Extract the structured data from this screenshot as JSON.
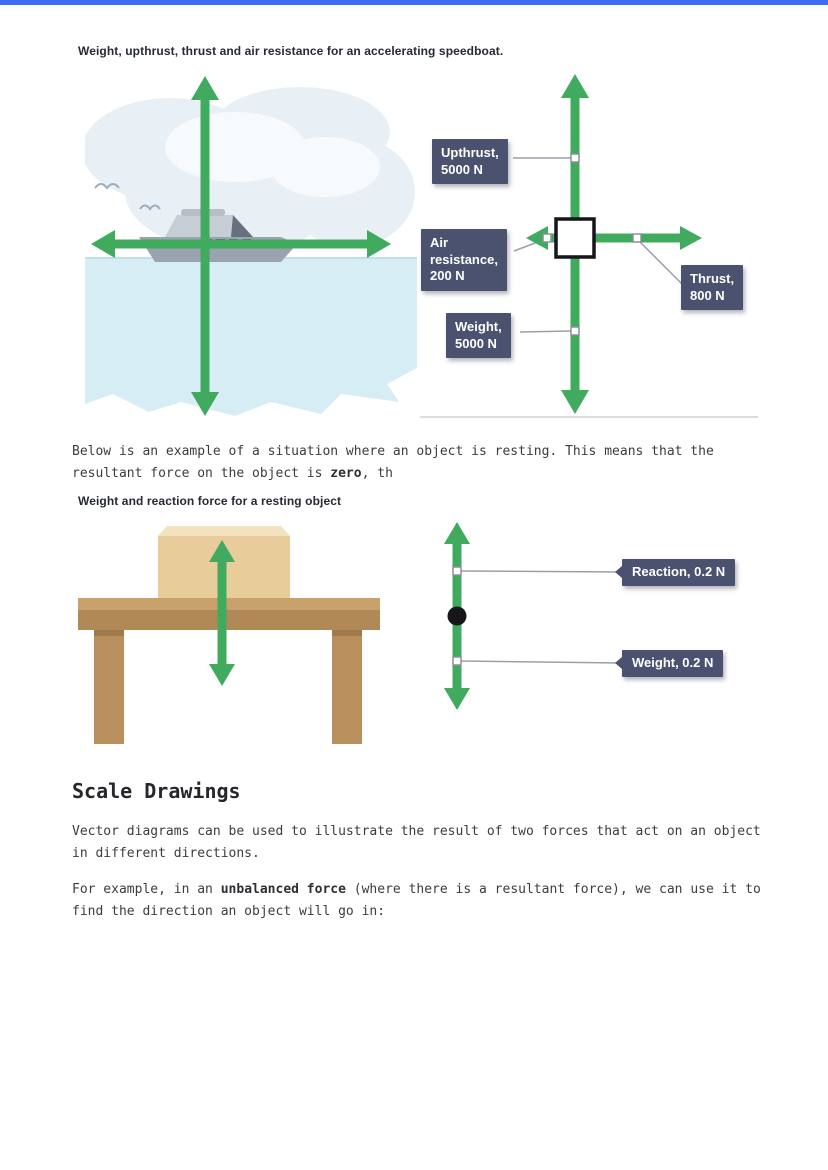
{
  "colors": {
    "arrow_green": "#40ab5e",
    "label_bg": "#4b5270",
    "bottom_bar": "#3c6cf0"
  },
  "captions": {
    "speedboat": "Weight, upthrust, thrust and air resistance for an accelerating speedboat.",
    "resting": "Weight and reaction force for a resting object"
  },
  "heading": "Scale Drawings",
  "paragraphs": {
    "resting_intro": {
      "pre": "Below is an example of a situation where an object is resting. This means that the resultant force on the object is ",
      "bold": "zero",
      "post": ", th"
    },
    "scale_intro": "Vector diagrams can be used to illustrate the result of two forces that act on an object in different directions.",
    "unbalanced": {
      "pre": "For example, in an ",
      "bold": "unbalanced force",
      "post": " (where there is a resultant force), we can use it to find the direction an object will go in:"
    }
  },
  "speedboat_diagram": {
    "upthrust": {
      "line1": "Upthrust,",
      "line2": "5000 N"
    },
    "air_resistance": {
      "line1": "Air",
      "line2": "resistance,",
      "line3": "200 N"
    },
    "weight": {
      "line1": "Weight,",
      "line2": "5000 N"
    },
    "thrust": {
      "line1": "Thrust,",
      "line2": "800 N"
    }
  },
  "resting_diagram": {
    "reaction": "Reaction, 0.2 N",
    "weight": "Weight, 0.2 N"
  }
}
